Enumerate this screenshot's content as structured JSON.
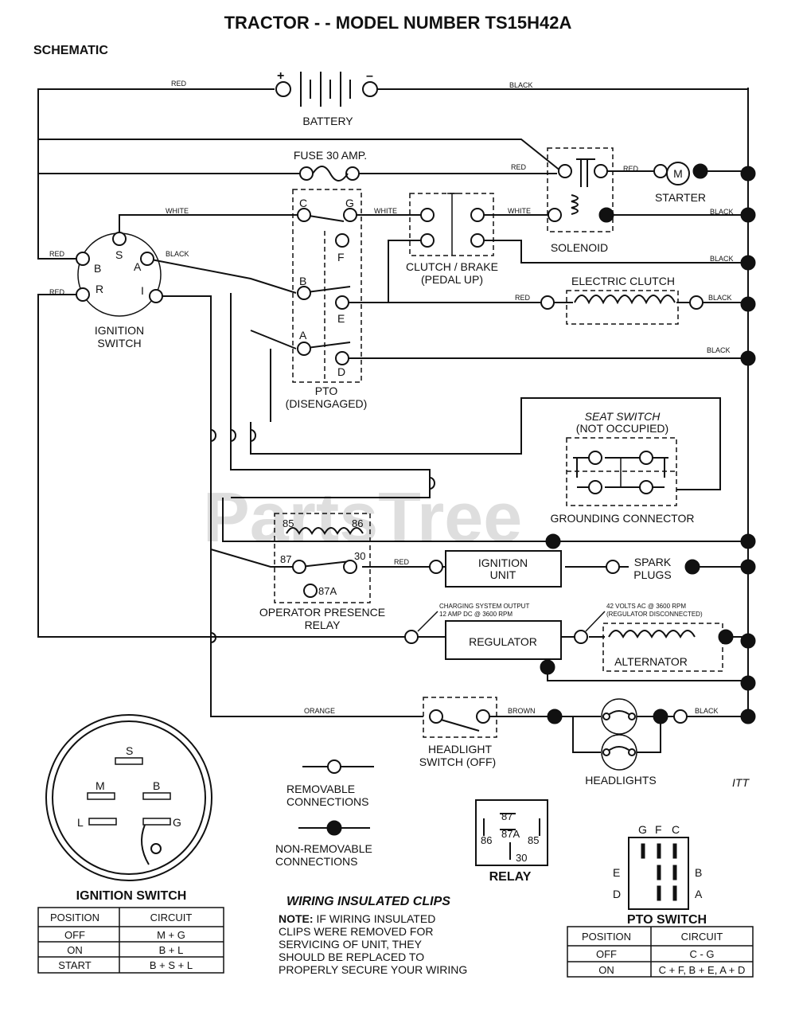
{
  "title": "TRACTOR - - MODEL NUMBER TS15H42A",
  "subtitle": "SCHEMATIC",
  "watermark": "PartsTree",
  "components": {
    "battery": "BATTERY",
    "battery_plus": "+",
    "battery_minus": "–",
    "fuse": "FUSE 30 AMP.",
    "solenoid": "SOLENOID",
    "starter": "STARTER",
    "starter_motor": "M",
    "ignition_switch": [
      "IGNITION",
      "SWITCH"
    ],
    "clutch_brake": [
      "CLUTCH / BRAKE",
      "(PEDAL UP)"
    ],
    "electric_clutch": "ELECTRIC CLUTCH",
    "pto": [
      "PTO",
      "(DISENGAGED)"
    ],
    "seat_switch": [
      "SEAT SWITCH",
      "(NOT OCCUPIED)"
    ],
    "grounding_connector": "GROUNDING CONNECTOR",
    "ignition_unit": [
      "IGNITION",
      "UNIT"
    ],
    "spark_plugs": [
      "SPARK",
      "PLUGS"
    ],
    "operator_presence_relay": [
      "OPERATOR PRESENCE",
      "RELAY"
    ],
    "regulator": "REGULATOR",
    "alternator": "ALTERNATOR",
    "charging_output": [
      "CHARGING SYSTEM OUTPUT",
      "12 AMP DC @ 3600 RPM"
    ],
    "ac_output": [
      "42 VOLTS AC @ 3600 RPM",
      "(REGULATOR DISCONNECTED)"
    ],
    "headlight_switch": [
      "HEADLIGHT",
      "SWITCH (OFF)"
    ],
    "headlights": "HEADLIGHTS"
  },
  "terminals": {
    "pto": [
      "C",
      "G",
      "F",
      "B",
      "E",
      "A",
      "D"
    ],
    "ignition": [
      "S",
      "B",
      "A",
      "R",
      "I"
    ],
    "relay": [
      "85",
      "86",
      "87",
      "30",
      "87A"
    ]
  },
  "wire_labels": {
    "red": "RED",
    "black": "BLACK",
    "white": "WHITE",
    "orange": "ORANGE",
    "brown": "BROWN"
  },
  "legend": {
    "removable": [
      "REMOVABLE",
      "CONNECTIONS"
    ],
    "non_removable": [
      "NON-REMOVABLE",
      "CONNECTIONS"
    ]
  },
  "ignition_face": {
    "labels": [
      "S",
      "M",
      "B",
      "L",
      "G"
    ]
  },
  "relay_diagram": {
    "title": "RELAY",
    "pins": [
      "87",
      "86",
      "87A",
      "85",
      "30"
    ]
  },
  "pto_switch_diagram": {
    "title": "PTO SWITCH",
    "top": [
      "G",
      "F",
      "C"
    ],
    "left": [
      "E",
      "D"
    ],
    "right": [
      "B",
      "A"
    ]
  },
  "ignition_table": {
    "title": "IGNITION SWITCH",
    "headers": [
      "POSITION",
      "CIRCUIT"
    ],
    "rows": [
      [
        "OFF",
        "M + G"
      ],
      [
        "ON",
        "B + L"
      ],
      [
        "START",
        "B + S + L"
      ]
    ]
  },
  "pto_table": {
    "headers": [
      "POSITION",
      "CIRCUIT"
    ],
    "rows": [
      [
        "OFF",
        "C - G"
      ],
      [
        "ON",
        "C + F, B + E, A + D"
      ]
    ]
  },
  "clips_note": {
    "heading": "WIRING INSULATED CLIPS",
    "lead": "NOTE:",
    "lines": [
      " IF WIRING INSULATED",
      "CLIPS WERE REMOVED FOR",
      "SERVICING OF UNIT, THEY",
      "SHOULD BE REPLACED TO",
      "PROPERLY SECURE YOUR WIRING"
    ]
  },
  "ref": "ITT"
}
